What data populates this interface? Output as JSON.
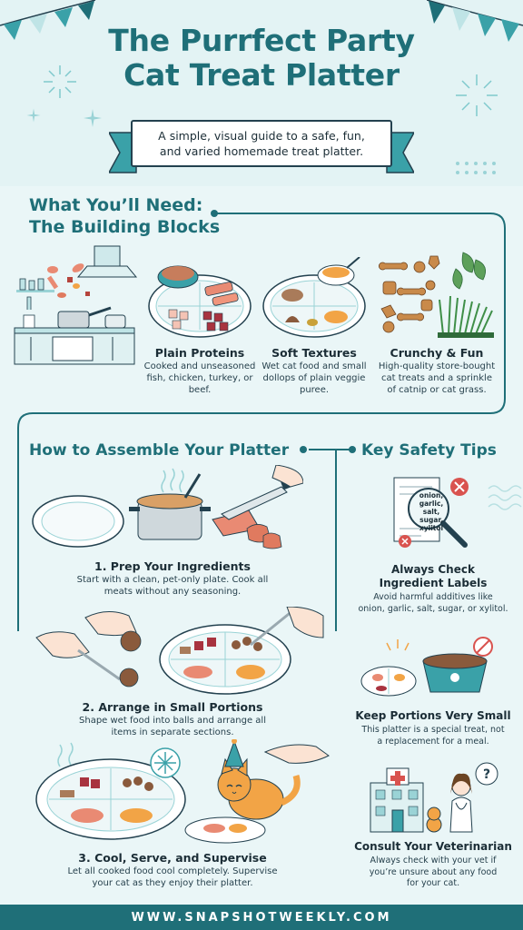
{
  "header": {
    "title_line1": "The Purrfect Party",
    "title_line2": "Cat Treat Platter",
    "subtitle_line1": "A simple, visual guide to a safe, fun,",
    "subtitle_line2": "and varied homemade treat platter."
  },
  "needs": {
    "heading_line1": "What You’ll Need:",
    "heading_line2": "The Building Blocks",
    "cards": [
      {
        "title": "Plain Proteins",
        "desc_line1": "Cooked and unseasoned",
        "desc_line2": "fish, chicken, turkey, or",
        "desc_line3": "beef."
      },
      {
        "title": "Soft Textures",
        "desc_line1": "Wet cat food and small",
        "desc_line2": "dollops of plain veggie",
        "desc_line3": "puree."
      },
      {
        "title": "Crunchy & Fun",
        "desc_line1": "High-quality store-bought",
        "desc_line2": "cat treats and a sprinkle",
        "desc_line3": "of catnip or cat grass."
      }
    ]
  },
  "assemble": {
    "heading": "How to Assemble Your Platter",
    "steps": [
      {
        "title": "1. Prep Your Ingredients",
        "desc_line1": "Start with a clean, pet-only plate. Cook all",
        "desc_line2": "meats without any seasoning."
      },
      {
        "title": "2. Arrange in Small Portions",
        "desc_line1": "Shape wet food into balls and arrange all",
        "desc_line2": "items in separate sections."
      },
      {
        "title": "3. Cool, Serve, and Supervise",
        "desc_line1": "Let all cooked food cool completely. Supervise",
        "desc_line2": "your cat as they enjoy their platter."
      }
    ]
  },
  "safety": {
    "heading": "Key Safety Tips",
    "label_words": [
      "onion,",
      "garlic, salt,",
      "sugar,",
      "xylitol"
    ],
    "tips": [
      {
        "title_line1": "Always Check",
        "title_line2": "Ingredient Labels",
        "desc_line1": "Avoid harmful additives like",
        "desc_line2": "onion, garlic, salt, sugar, or xylitol."
      },
      {
        "title_line1": "Keep Portions Very Small",
        "title_line2": "",
        "desc_line1": "This platter is a special treat, not",
        "desc_line2": "a replacement for a meal."
      },
      {
        "title_line1": "Consult Your Veterinarian",
        "title_line2": "",
        "desc_line1": "Always check with your vet if",
        "desc_line2": "you’re unsure about any food",
        "desc_line3": "for your cat."
      }
    ]
  },
  "footer": {
    "url": "WWW.SNAPSHOTWEEKLY.COM"
  },
  "colors": {
    "teal": "#1f6f78",
    "dark": "#1b2d36",
    "bg": "#eaf6f7",
    "salmon": "#e98a73",
    "orange": "#f2a446"
  }
}
